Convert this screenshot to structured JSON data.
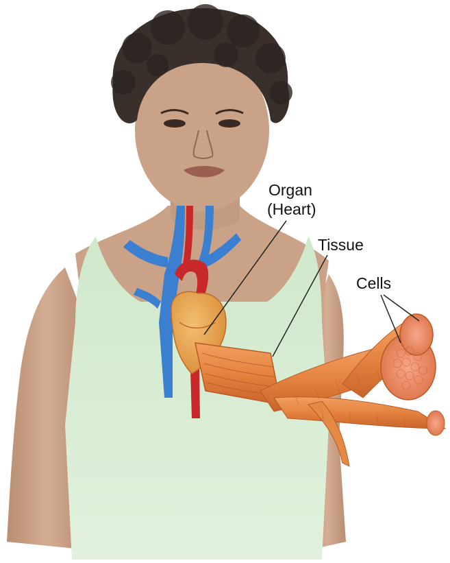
{
  "labels": {
    "organ": "Organ",
    "organ_example": "(Heart)",
    "tissue": "Tissue",
    "cells": "Cells"
  },
  "colors": {
    "background": "#ffffff",
    "shirt": "#d8ecd2",
    "skin": "#c9a287",
    "hair": "#3a302b",
    "vein_blue": "#3a7fd0",
    "artery_red": "#c8282a",
    "heart": "#e8a34a",
    "muscle": "#e48a45",
    "leader_line": "#222222"
  }
}
